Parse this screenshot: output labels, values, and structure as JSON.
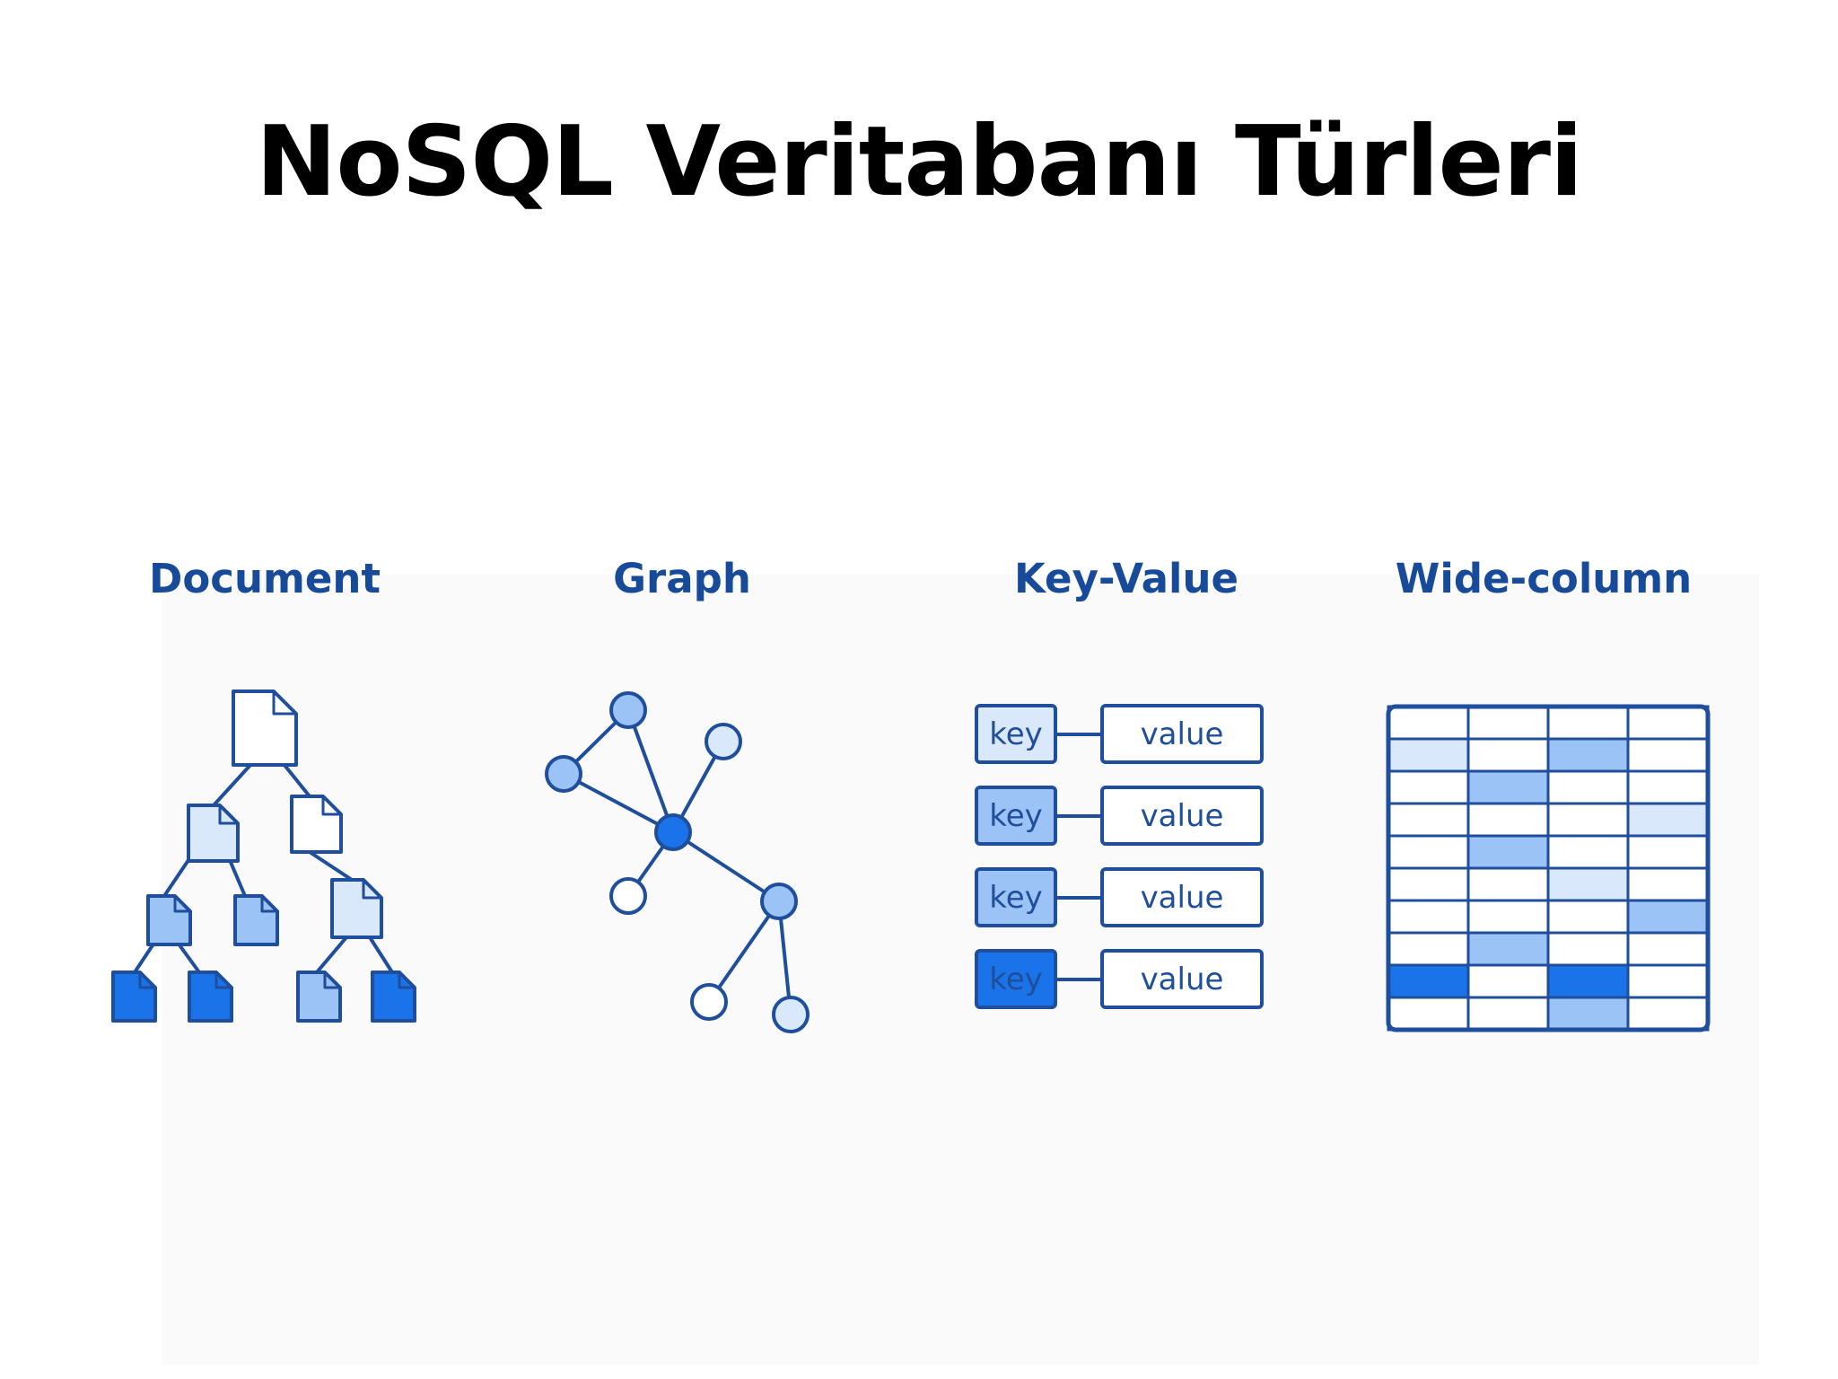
{
  "title": "NoSQL Veritabanı Türleri",
  "colors": {
    "stroke": "#1f4e9c",
    "dark": "#1a73e8",
    "mid": "#9cc3f5",
    "light": "#d9e8fb",
    "label": "#174a99"
  },
  "categories": {
    "document": {
      "label": "Document"
    },
    "graph": {
      "label": "Graph"
    },
    "key_value": {
      "label": "Key-Value",
      "pairs": [
        {
          "key": "key",
          "value": "value",
          "shade": "light"
        },
        {
          "key": "key",
          "value": "value",
          "shade": "mid"
        },
        {
          "key": "key",
          "value": "value",
          "shade": "mid"
        },
        {
          "key": "key",
          "value": "value",
          "shade": "dark"
        }
      ]
    },
    "wide_column": {
      "label": "Wide-column"
    }
  }
}
